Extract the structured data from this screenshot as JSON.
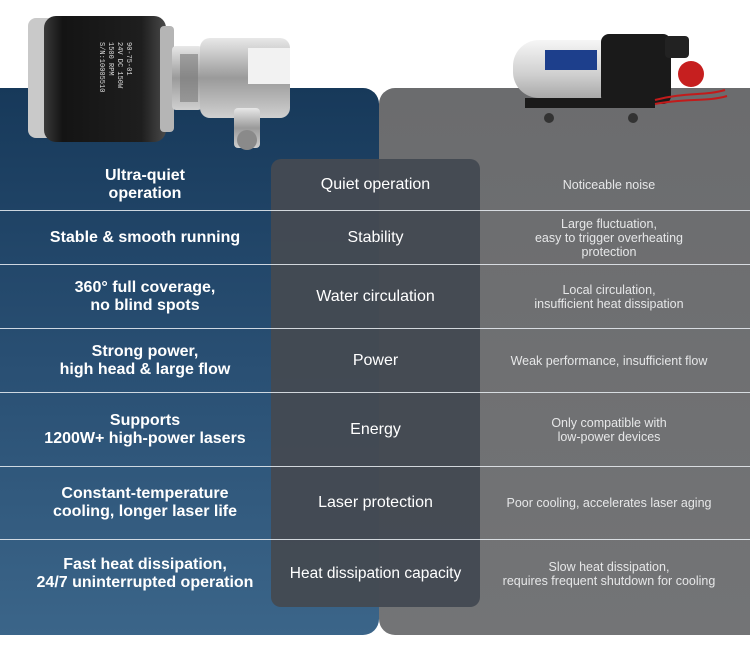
{
  "rows": [
    {
      "advantage": "Ultra-quiet\noperation",
      "category": "Quiet operation",
      "disadvantage": "Noticeable noise"
    },
    {
      "advantage": "Stable & smooth running",
      "category": "Stability",
      "disadvantage": "Large fluctuation,\neasy to trigger overheating\nprotection"
    },
    {
      "advantage": "360°  full coverage,\nno blind spots",
      "category": "Water circulation",
      "disadvantage": "Local circulation,\ninsufficient heat dissipation"
    },
    {
      "advantage": "Strong power,\nhigh head & large flow",
      "category": "Power",
      "disadvantage": "Weak performance, insufficient flow"
    },
    {
      "advantage": "Supports\n1200W+ high-power lasers",
      "category": "Energy",
      "disadvantage": "Only compatible with\nlow-power devices"
    },
    {
      "advantage": "Constant-temperature\ncooling, longer laser life",
      "category": "Laser protection",
      "disadvantage": "Poor cooling, accelerates laser aging"
    },
    {
      "advantage": "Fast heat dissipation,\n24/7 uninterrupted operation",
      "category": "Heat dissipation capacity",
      "disadvantage": "Slow heat dissipation,\nrequires frequent shutdown for cooling"
    }
  ],
  "left_product": {
    "label_lines": [
      "90-75-01",
      "24V DC 150W",
      "1500 RPM",
      "S/N:10005510"
    ]
  },
  "colors": {
    "left_panel": "#294f73",
    "right_panel": "#6f7072",
    "center_column": "#444a52"
  }
}
